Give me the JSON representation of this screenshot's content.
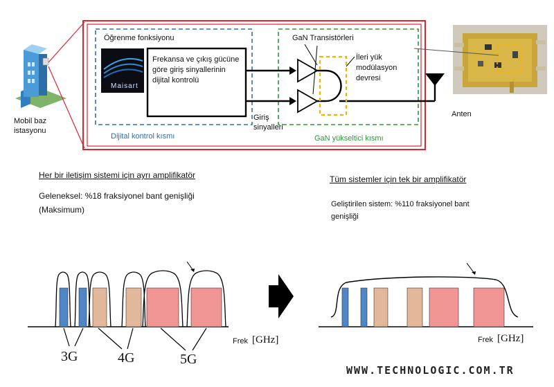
{
  "top": {
    "base_station_label_1": "Mobil baz",
    "base_station_label_2": "istasyonu",
    "learning_function": "Öğrenme fonksiyonu",
    "logo_text": "Maisart",
    "control_text_1": "Frekansa ve çıkış gücüne",
    "control_text_2": "göre giriş sinyallerinin",
    "control_text_3": "dijital kontrolü",
    "digital_section": "Dijital kontrol kısmı",
    "input_signals_1": "Giriş",
    "input_signals_2": "sinyalleri",
    "gan_transistors": "GaN Transistörleri",
    "load_mod_1": "İleri yük",
    "load_mod_2": "modülasyon",
    "load_mod_3": "devresi",
    "gan_amp_section": "GaN yükseltici kısmı",
    "antenna": "Anten"
  },
  "left": {
    "heading": "Her bir iletişim sistemi için ayrı amplifikatör",
    "line1": "Geleneksel: %18 fraksiyonel bant genişliği",
    "line2": "(Maksimum)",
    "freq": "Frek",
    "unit": "[GHz]",
    "band_3g": "3G",
    "band_4g": "4G",
    "band_5g": "5G"
  },
  "right": {
    "heading": "Tüm sistemler için tek bir amplifikatör",
    "line1": "Geliştirilen sistem: %110 fraksiyonel bant",
    "line2": "genişliği",
    "freq": "Frek",
    "unit": "[GHz]"
  },
  "watermark": "WWW.TECHNOLOGIC.COM.TR",
  "colors": {
    "red_frame": "#e0242c",
    "blue_dash": "#2f6db5",
    "green_dash": "#2a9a3a",
    "yellow_dash": "#f0b400",
    "band_3g": "#4f86c6",
    "band_4g": "#e3b89a",
    "band_5g": "#f19595"
  }
}
